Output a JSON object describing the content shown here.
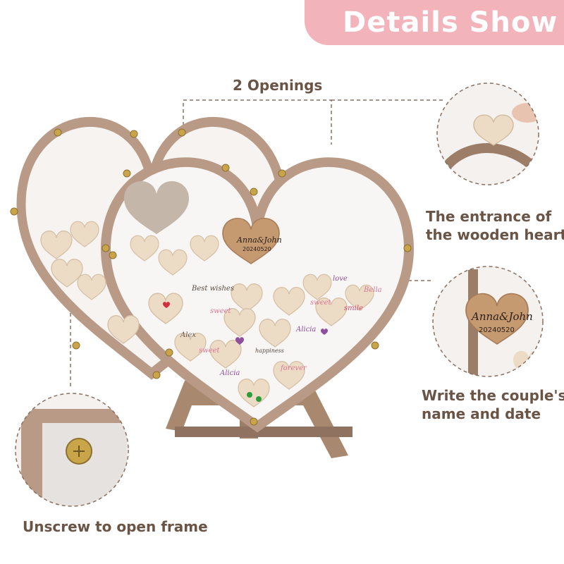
{
  "banner": {
    "title": "Details Show"
  },
  "callouts": {
    "openings": "2 Openings",
    "entrance_line1": "The entrance of",
    "entrance_line2": "the wooden heart",
    "couple_line1": "Write the couple's",
    "couple_line2": "name and date",
    "unscrew": "Unscrew to open frame"
  },
  "plaque": {
    "names": "Anna&John",
    "date": "20240520"
  },
  "small_hearts": [
    "Best wishes",
    "Alex",
    "sweet",
    "sweet",
    "Alicia",
    "happiness",
    "forever",
    "Alicia",
    "sweet",
    "smile",
    "Bella",
    "love"
  ],
  "colors": {
    "banner": "#f3b3bb",
    "label": "#6a5446",
    "wood": "#b89a86",
    "wood_light": "#ecdcc6",
    "leader": "#8a7060"
  }
}
